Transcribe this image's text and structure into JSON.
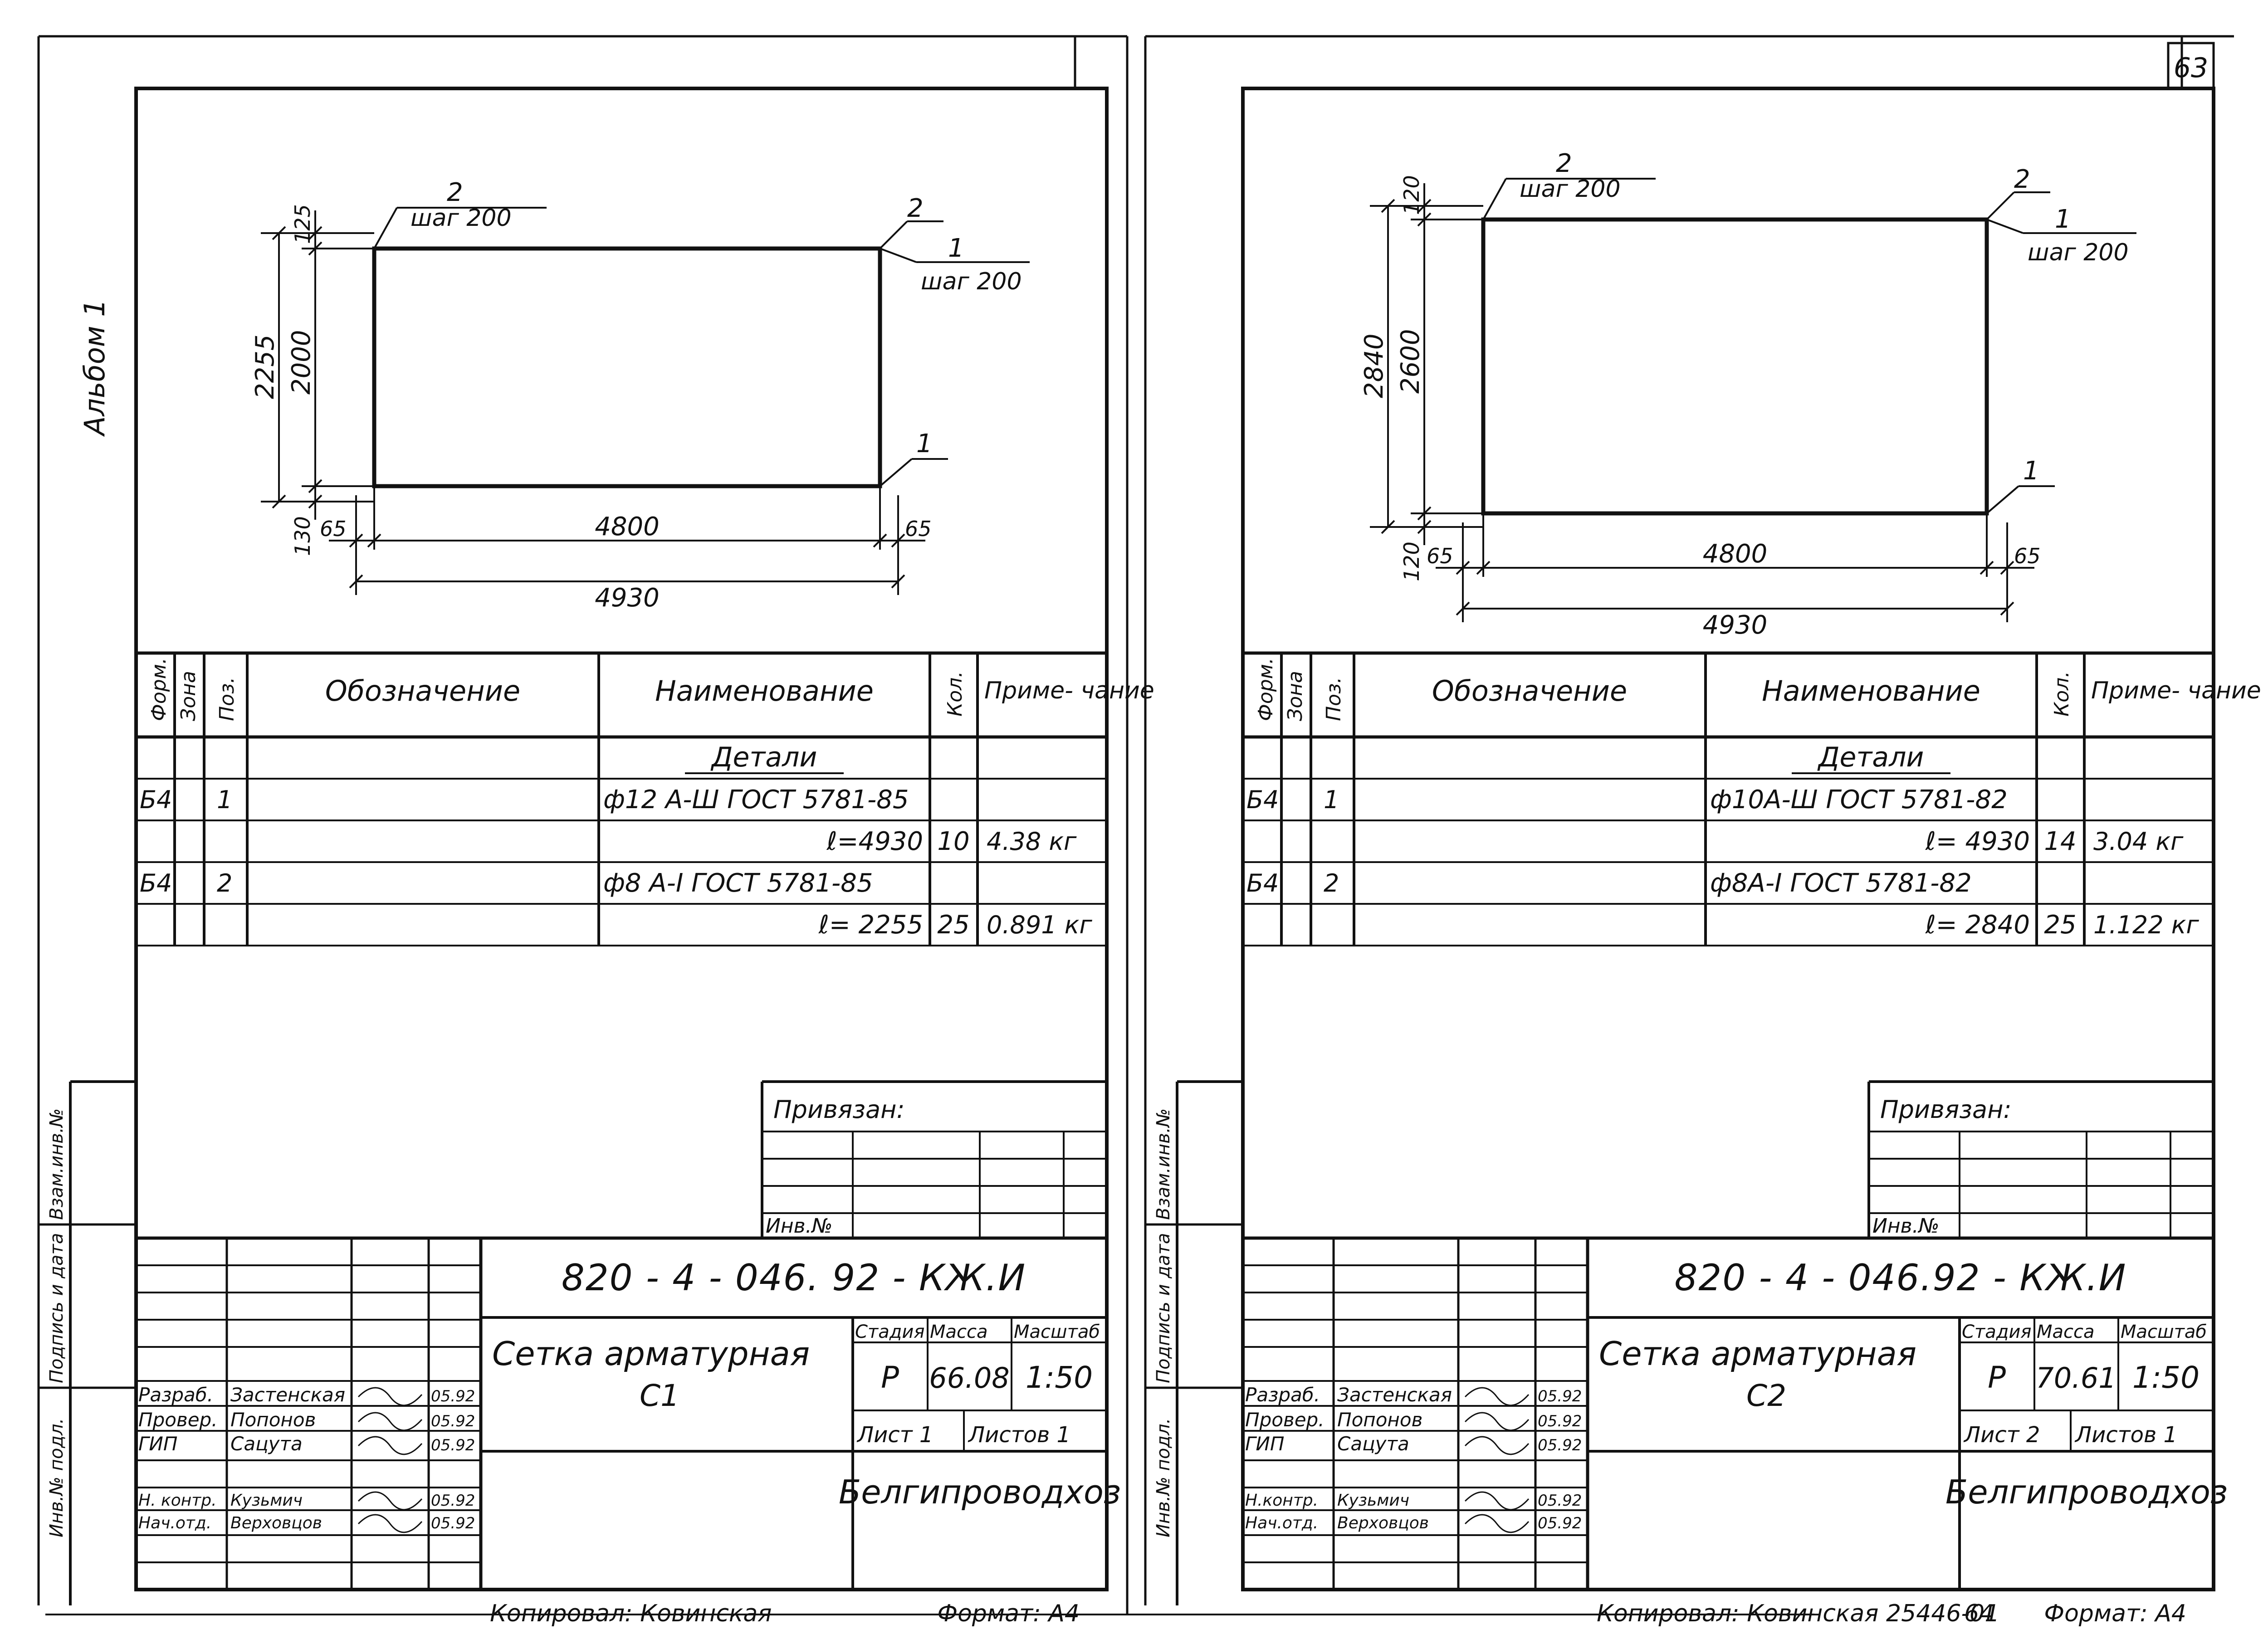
{
  "album_label": "Альбом 1",
  "page_number": "63",
  "colors": {
    "ink": "#111111",
    "paper": "#ffffff"
  },
  "sheets": [
    {
      "drawing": {
        "bar2_label": "2",
        "pitch_label": "шаг 200",
        "bar1_label": "1",
        "right_top_bar2": "2",
        "right_top_bar1": "1",
        "right_pitch": "шаг 200",
        "right_bottom_bar1": "1",
        "dim_total_h": "2255",
        "dim_inner_h": "2000",
        "dim_top_overhang": "125",
        "dim_bottom_overhang": "130",
        "dim_left": "65",
        "dim_right": "65",
        "dim_inner_w": "4800",
        "dim_total_w": "4930"
      },
      "spec": {
        "headers": {
          "format": "Форм.",
          "zone": "Зона",
          "pos": "Поз.",
          "designation": "Обозначение",
          "name": "Наименование",
          "qty": "Кол.",
          "note": "Приме- чание"
        },
        "section": "Детали",
        "rows": [
          {
            "format": "Б4",
            "pos": "1",
            "name": "ф12 А-Ш ГОСТ 5781-85",
            "qty": "",
            "note": ""
          },
          {
            "format": "",
            "pos": "",
            "name": "ℓ=4930",
            "qty": "10",
            "note": "4.38 кг"
          },
          {
            "format": "Б4",
            "pos": "2",
            "name": "ф8 А-I ГОСТ 5781-85",
            "qty": "",
            "note": ""
          },
          {
            "format": "",
            "pos": "",
            "name": "ℓ= 2255",
            "qty": "25",
            "note": "0.891 кг"
          }
        ]
      },
      "privyazan": "Привязан:",
      "inv_no": "Инв.№",
      "side_labels": [
        "Взам.инв.№",
        "Подпись и дата",
        "Инв.№ подл."
      ],
      "title_block": {
        "code": "820 - 4 - 046. 92 - КЖ.И",
        "title": "Сетка арматурная",
        "mark": "С1",
        "stage_header": "Стадия",
        "mass_header": "Масса",
        "scale_header": "Масштаб",
        "stage": "Р",
        "mass": "66.08",
        "scale": "1:50",
        "sheet": "Лист 1",
        "sheets": "Листов 1",
        "org": "Белгипроводхоз",
        "people": [
          {
            "role": "Разраб.",
            "name": "Застенская",
            "date": "05.92"
          },
          {
            "role": "Провер.",
            "name": "Попонов",
            "date": "05.92"
          },
          {
            "role": "ГИП",
            "name": "Сацута",
            "date": "05.92"
          },
          {
            "role": "Н. контр.",
            "name": "Кузьмич",
            "date": "05.92"
          },
          {
            "role": "Нач.отд.",
            "name": "Верховцов",
            "date": "05.92"
          }
        ]
      },
      "copied_by": "Копировал: Ковинская",
      "format_label": "Формат: А4"
    },
    {
      "drawing": {
        "bar2_label": "2",
        "pitch_label": "шаг 200",
        "bar1_label": "1",
        "right_top_bar2": "2",
        "right_top_bar1": "1",
        "right_pitch": "шаг 200",
        "right_bottom_bar1": "1",
        "dim_total_h": "2840",
        "dim_inner_h": "2600",
        "dim_top_overhang": "120",
        "dim_bottom_overhang": "120",
        "dim_left": "65",
        "dim_right": "65",
        "dim_inner_w": "4800",
        "dim_total_w": "4930"
      },
      "spec": {
        "headers": {
          "format": "Форм.",
          "zone": "Зона",
          "pos": "Поз.",
          "designation": "Обозначение",
          "name": "Наименование",
          "qty": "Кол.",
          "note": "Приме- чание"
        },
        "section": "Детали",
        "rows": [
          {
            "format": "Б4",
            "pos": "1",
            "name": "ф10А-Ш ГОСТ 5781-82",
            "qty": "",
            "note": ""
          },
          {
            "format": "",
            "pos": "",
            "name": "ℓ= 4930",
            "qty": "14",
            "note": "3.04 кг"
          },
          {
            "format": "Б4",
            "pos": "2",
            "name": "ф8А-I ГОСТ 5781-82",
            "qty": "",
            "note": ""
          },
          {
            "format": "",
            "pos": "",
            "name": "ℓ= 2840",
            "qty": "25",
            "note": "1.122 кг"
          }
        ]
      },
      "privyazan": "Привязан:",
      "inv_no": "Инв.№",
      "side_labels": [
        "Взам.инв.№",
        "Подпись и дата",
        "Инв.№ подл."
      ],
      "title_block": {
        "code": "820 - 4 - 046.92 - КЖ.И",
        "title": "Сетка арматурная",
        "mark": "С2",
        "stage_header": "Стадия",
        "mass_header": "Масса",
        "scale_header": "Масштаб",
        "stage": "Р",
        "mass": "70.61",
        "scale": "1:50",
        "sheet": "Лист 2",
        "sheets": "Листов 1",
        "org": "Белгипроводхоз",
        "people": [
          {
            "role": "Разраб.",
            "name": "Застенская",
            "date": "05.92"
          },
          {
            "role": "Провер.",
            "name": "Попонов",
            "date": "05.92"
          },
          {
            "role": "ГИП",
            "name": "Сацута",
            "date": "05.92"
          },
          {
            "role": "Н.контр.",
            "name": "Кузьмич",
            "date": "05.92"
          },
          {
            "role": "Нач.отд.",
            "name": "Верховцов",
            "date": "05.92"
          }
        ]
      },
      "copied_by": "Копировал: Ковинская 25446-01",
      "extra_number": "64",
      "format_label": "Формат: А4"
    }
  ]
}
